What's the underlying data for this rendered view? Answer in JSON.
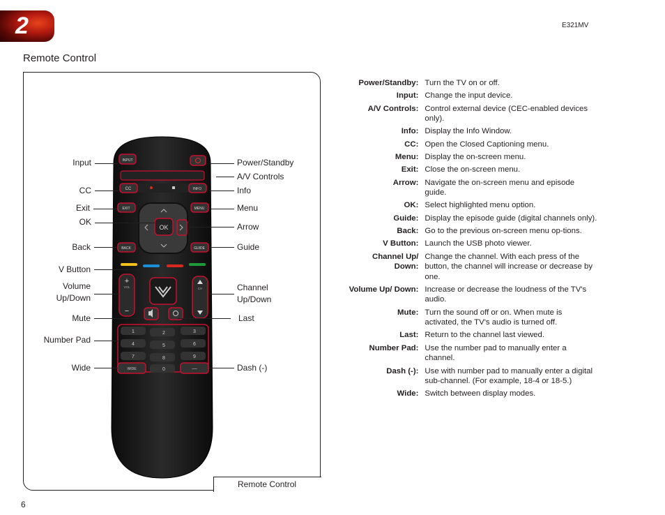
{
  "header": {
    "chapter": "2",
    "model": "E321MV"
  },
  "section_title": "Remote Control",
  "figure": {
    "caption": "Remote Control",
    "callouts_left": {
      "input": "Input",
      "cc": "CC",
      "exit": "Exit",
      "ok": "OK",
      "back": "Back",
      "v_button": "V Button",
      "volume_line1": "Volume",
      "volume_line2": "Up/Down",
      "mute": "Mute",
      "number_pad": "Number Pad",
      "wide": "Wide"
    },
    "callouts_right": {
      "power": "Power/Standby",
      "av": "A/V Controls",
      "info": "Info",
      "menu": "Menu",
      "arrow": "Arrow",
      "guide": "Guide",
      "channel_line1": "Channel",
      "channel_line2": "Up/Down",
      "last": "Last",
      "dash": "Dash (-)"
    },
    "remote_keys": {
      "input": "INPUT",
      "cc": "CC",
      "info": "INFO",
      "exit": "EXIT",
      "menu": "MENU",
      "ok": "OK",
      "back": "BACK",
      "guide": "GUIDE",
      "vol": "VOL",
      "ch": "CH",
      "wide": "WIDE",
      "digits": [
        "1",
        "2",
        "3",
        "4",
        "5",
        "6",
        "7",
        "8",
        "9",
        "0"
      ]
    },
    "colors": {
      "yellow": "#f2c21b",
      "blue": "#1b8fd6",
      "red": "#d8281f",
      "green": "#1f9a3b",
      "highlight": "#c8102e"
    }
  },
  "descriptions": [
    {
      "term": "Power/Standby:",
      "def": [
        "Turn the TV on or off."
      ]
    },
    {
      "term": "Input:",
      "def": [
        "Change the input device."
      ]
    },
    {
      "term": "A/V Controls:",
      "def": [
        "Control external device (CEC-enabled devices only)."
      ]
    },
    {
      "term": "Info:",
      "def": [
        "Display the Info Window."
      ]
    },
    {
      "term": "CC:",
      "def": [
        "Open the Closed Captioning menu."
      ]
    },
    {
      "term": "Menu:",
      "def": [
        "Display the on-screen menu."
      ]
    },
    {
      "term": "Exit:",
      "def": [
        "Close the on-screen menu."
      ]
    },
    {
      "term": "Arrow:",
      "def": [
        "Navigate the on-screen menu and episode guide."
      ]
    },
    {
      "term": "OK:",
      "def": [
        "Select highlighted menu option."
      ]
    },
    {
      "term": "Guide:",
      "def": [
        "Display the episode guide (digital channels only)."
      ]
    },
    {
      "term": "Back:",
      "def": [
        "Go to the previous on-screen menu op-tions."
      ]
    },
    {
      "term": "V Button:",
      "def": [
        "Launch the USB photo viewer."
      ]
    },
    {
      "term": "Channel Up/ Down:",
      "def": [
        "Change the channel. With each press of the button, the channel will increase or decrease by one."
      ]
    },
    {
      "term": "Volume Up/ Down:",
      "def": [
        "Increase or decrease the loudness of the TV's audio."
      ]
    },
    {
      "term": "Mute:",
      "def": [
        "Turn the sound off or on. When mute is activated, the TV's audio is turned off."
      ]
    },
    {
      "term": "Last:",
      "def": [
        "Return to the channel last viewed."
      ]
    },
    {
      "term": "Number Pad:",
      "def": [
        "Use the number pad to manually enter a channel."
      ]
    },
    {
      "term": "Dash (-):",
      "def": [
        "Use with number pad to manually enter a digital",
        "sub-channel. (For example, 18-4 or 18-5.)"
      ]
    },
    {
      "term": "Wide:",
      "def": [
        "Switch between display modes."
      ]
    }
  ],
  "footer": {
    "page_number": "6"
  }
}
